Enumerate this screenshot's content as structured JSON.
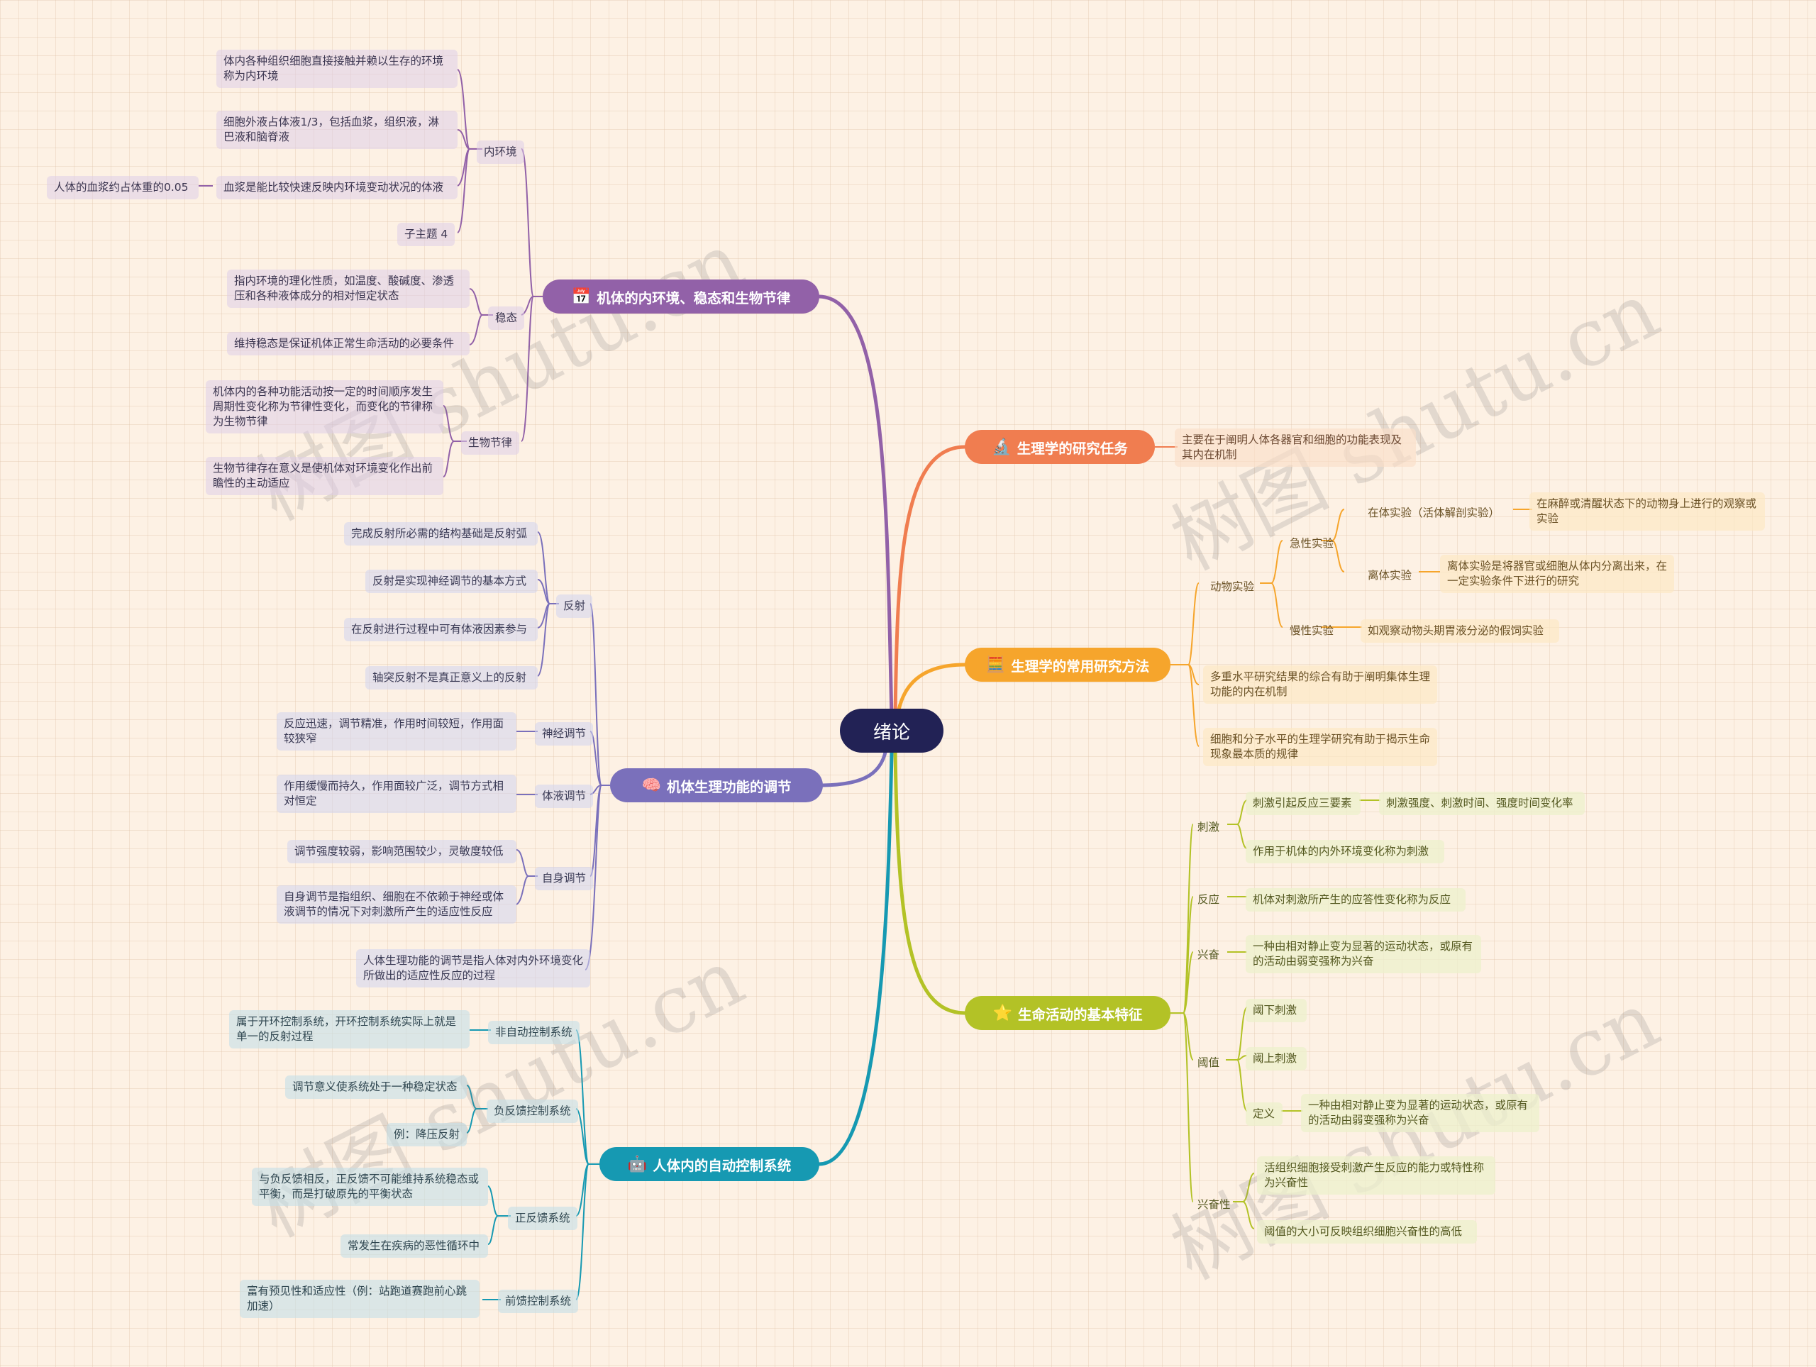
{
  "center": "绪论",
  "watermark": "树图 shutu.cn",
  "colors": {
    "purple": "#9261a8",
    "slate": "#7a70bb",
    "teal": "#1699b2",
    "orange": "#f07d50",
    "gold": "#f6a52c",
    "lime": "#b3c226"
  },
  "sections": {
    "s1": {
      "label": "机体的内环境、稳态和生物节律",
      "icon": "calendar-icon"
    },
    "s2": {
      "label": "机体生理功能的调节",
      "icon": "brain-icon"
    },
    "s3": {
      "label": "人体内的自动控制系统",
      "icon": "robot-icon"
    },
    "s4": {
      "label": "生理学的研究任务",
      "icon": "microscope-icon"
    },
    "s5": {
      "label": "生理学的常用研究方法",
      "icon": "calculator-icon"
    },
    "s6": {
      "label": "生命活动的基本特征",
      "icon": "star-icon"
    }
  },
  "s1": {
    "nhj": "内环境",
    "nhj_a": "体内各种组织细胞直接接触并赖以生存的环境\n称为内环境",
    "nhj_b": "细胞外液占体液1/3，包括血浆，组织液，淋\n巴液和脑脊液",
    "nhj_c": "血浆是能比较快速反映内环境变动状况的体液",
    "nhj_c1": "人体的血浆约占体重的0.05",
    "nhj_d": "子主题 4",
    "wt": "稳态",
    "wt_a": "指内环境的理化性质，如温度、酸碱度、渗透\n压和各种液体成分的相对恒定状态",
    "wt_b": "维持稳态是保证机体正常生命活动的必要条件",
    "swjl": "生物节律",
    "swjl_a": "机体内的各种功能活动按一定的时间顺序发生\n周期性变化称为节律性变化，而变化的节律称\n为生物节律",
    "swjl_b": "生物节律存在意义是使机体对环境变化作出前\n瞻性的主动适应"
  },
  "s2": {
    "fs": "反射",
    "fs_a": "完成反射所必需的结构基础是反射弧",
    "fs_b": "反射是实现神经调节的基本方式",
    "fs_c": "在反射进行过程中可有体液因素参与",
    "fs_d": "轴突反射不是真正意义上的反射",
    "sj": "神经调节",
    "sj_a": "反应迅速，调节精准，作用时间较短，作用面\n较狭窄",
    "ty": "体液调节",
    "ty_a": "作用缓慢而持久，作用面较广泛，调节方式相\n对恒定",
    "zs": "自身调节",
    "zs_a": "调节强度较弱，影响范围较少，灵敏度较低",
    "zs_b": "自身调节是指组织、细胞在不依赖于神经或体\n液调节的情况下对刺激所产生的适应性反应",
    "def": "人体生理功能的调节是指人体对内外环境变化\n所做出的适应性反应的过程"
  },
  "s3": {
    "fzd": "非自动控制系统",
    "fzd_a": "属于开环控制系统，开环控制系统实际上就是\n单一的反射过程",
    "ffk": "负反馈控制系统",
    "ffk_a": "调节意义使系统处于一种稳定状态",
    "ffk_b": "例：降压反射",
    "zfk": "正反馈系统",
    "zfk_a": "与负反馈相反，正反馈不可能维持系统稳态或\n平衡，而是打破原先的平衡状态",
    "zfk_b": "常发生在疾病的恶性循环中",
    "qk": "前馈控制系统",
    "qk_a": "富有预见性和适应性（例：站跑道赛跑前心跳\n加速）"
  },
  "s4": {
    "a": "主要在于阐明人体各器官和细胞的功能表现及\n其内在机制"
  },
  "s5": {
    "dw": "动物实验",
    "jx": "急性实验",
    "zt": "在体实验（活体解剖实验）",
    "zt_a": "在麻醉或清醒状态下的动物身上进行的观察或\n实验",
    "lt": "离体实验",
    "lt_a": "离体实验是将器官或细胞从体内分离出来，在\n一定实验条件下进行的研究",
    "mx": "慢性实验",
    "mx_a": "如观察动物头期胃液分泌的假饲实验",
    "b": "多重水平研究结果的综合有助于阐明集体生理\n功能的内在机制",
    "c": "细胞和分子水平的生理学研究有助于揭示生命\n现象最本质的规律"
  },
  "s6": {
    "cj": "刺激",
    "cj_a": "刺激引起反应三要素",
    "cj_a1": "刺激强度、刺激时间、强度时间变化率",
    "cj_b": "作用于机体的内外环境变化称为刺激",
    "fy": "反应",
    "fy_a": "机体对刺激所产生的应答性变化称为反应",
    "xf": "兴奋",
    "xf_a": "一种由相对静止变为显著的运动状态，或原有\n的活动由弱变强称为兴奋",
    "yz": "阈值",
    "yz_a": "阈下刺激",
    "yz_b": "阈上刺激",
    "yz_c": "定义",
    "yz_c1": "一种由相对静止变为显著的运动状态，或原有\n的活动由弱变强称为兴奋",
    "xfx": "兴奋性",
    "xfx_a": "活组织细胞接受刺激产生反应的能力或特性称\n为兴奋性",
    "xfx_b": "阈值的大小可反映组织细胞兴奋性的高低"
  }
}
